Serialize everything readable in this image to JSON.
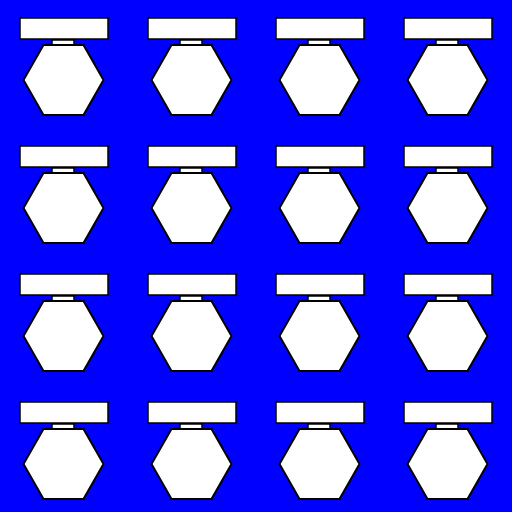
{
  "canvas": {
    "background_color": "#0000FF"
  },
  "pattern": {
    "rows": 4,
    "columns": 4,
    "tile_shape": "hexagon-with-bar-cap",
    "fill_color": "#FFFFFF",
    "stroke_color": "#000000"
  }
}
